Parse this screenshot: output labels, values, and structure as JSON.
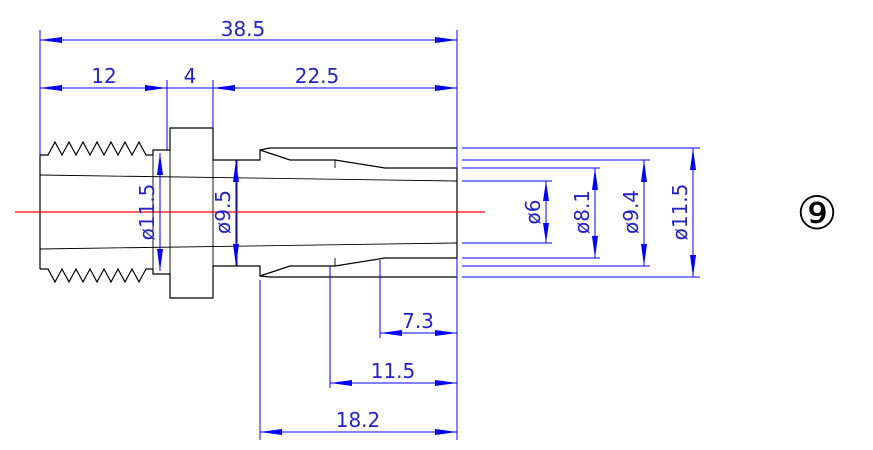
{
  "dimensions": {
    "overall_length": "38.5",
    "thread_length": "12",
    "collar_width": "4",
    "barb_length": "22.5",
    "len_7_3": "7.3",
    "len_11_5": "11.5",
    "len_18_2": "18.2",
    "dia_thread_bore": "ø11.5",
    "dia_collar_bore": "ø9.5",
    "dia_6": "ø6",
    "dia_8_1": "ø8.1",
    "dia_9_4": "ø9.4",
    "dia_11_5_outer": "ø11.5"
  },
  "figure_mark": "⑨",
  "colors": {
    "dimension": "#0000ff",
    "dimension_text": "#2323c8",
    "outline": "#000000",
    "centerline": "#ff0000"
  }
}
